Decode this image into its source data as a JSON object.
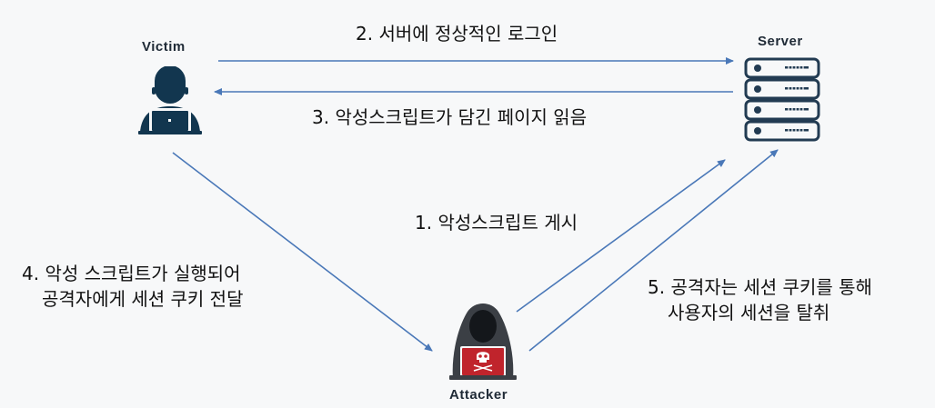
{
  "actors": {
    "victim": "Victim",
    "server": "Server",
    "attacker": "Attacker"
  },
  "steps": {
    "step1": "1. 악성스크립트 게시",
    "step2": "2. 서버에 정상적인 로그인",
    "step3": "3. 악성스크립트가 담긴 페이지 읽음",
    "step4_line1": "4. 악성 스크립트가 실행되어",
    "step4_line2": "공격자에게 세션 쿠키 전달",
    "step5_line1": "5. 공격자는 세션 쿠키를 통해",
    "step5_line2": "사용자의 세션을 탈취"
  },
  "colors": {
    "arrow": "#4a78b8",
    "victim": "#12364f",
    "attacker_hood": "#3b3f45",
    "attacker_laptop": "#c0242c",
    "server": "#223b52"
  },
  "icons": {
    "victim": "user-laptop-icon",
    "attacker": "hooded-hacker-icon",
    "server": "server-rack-icon"
  }
}
